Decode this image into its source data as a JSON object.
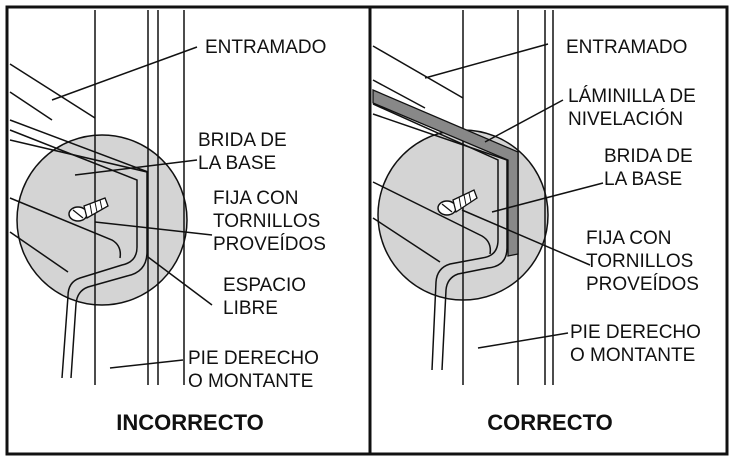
{
  "colors": {
    "ink": "#111111",
    "circle_fill": "#d4d4d4",
    "shim_fill": "#888888",
    "background": "#ffffff"
  },
  "panels": [
    {
      "id": "incorrect",
      "caption": "INCORRECTO",
      "labels": {
        "joist": [
          "ENTRAMADO"
        ],
        "flange": [
          "BRIDA DE",
          "LA BASE"
        ],
        "screws": [
          "FIJA CON",
          "TORNILLOS",
          "PROVEÍDOS"
        ],
        "gap": [
          "ESPACIO",
          "LIBRE"
        ],
        "stud": [
          "PIE DERECHO",
          "O MONTANTE"
        ]
      }
    },
    {
      "id": "correct",
      "caption": "CORRECTO",
      "labels": {
        "joist": [
          "ENTRAMADO"
        ],
        "shim": [
          "LÁMINILLA DE",
          "NIVELACIÓN"
        ],
        "flange": [
          "BRIDA DE",
          "LA BASE"
        ],
        "screws": [
          "FIJA CON",
          "TORNILLOS",
          "PROVEÍDOS"
        ],
        "stud": [
          "PIE DERECHO",
          "O MONTANTE"
        ]
      }
    }
  ]
}
